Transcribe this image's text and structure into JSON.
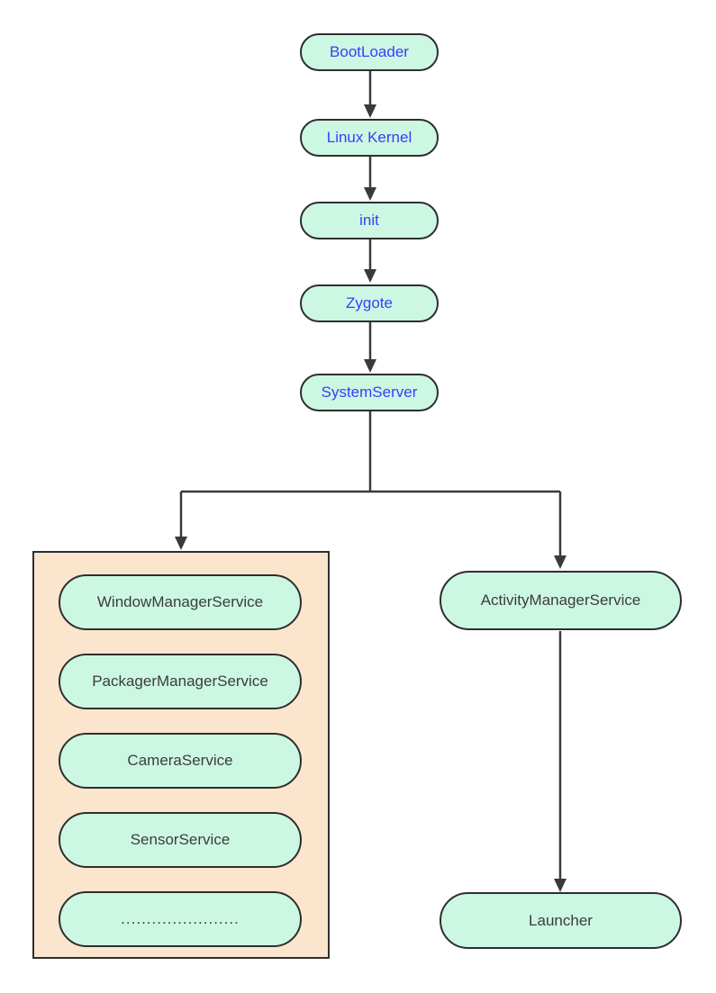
{
  "theme": {
    "background": "#ffffff",
    "node_fill": "#ccf8e3",
    "node_border": "#2e2e2e",
    "group_fill": "#fce5cd",
    "group_border": "#2e2e2e",
    "link_text": "#3b3bfa",
    "node_text": "#3c3c3c",
    "connector": "#3a3a3a"
  },
  "diagram": {
    "boot_chain": [
      {
        "label": "BootLoader"
      },
      {
        "label": "Linux Kernel"
      },
      {
        "label": "init"
      },
      {
        "label": "Zygote"
      },
      {
        "label": "SystemServer"
      }
    ],
    "services_group": {
      "items": [
        {
          "label": "WindowManagerService"
        },
        {
          "label": "PackagerManagerService"
        },
        {
          "label": "CameraService"
        },
        {
          "label": "SensorService"
        },
        {
          "label": "......................."
        }
      ]
    },
    "right_branch": [
      {
        "label": "ActivityManagerService"
      },
      {
        "label": "Launcher"
      }
    ]
  }
}
